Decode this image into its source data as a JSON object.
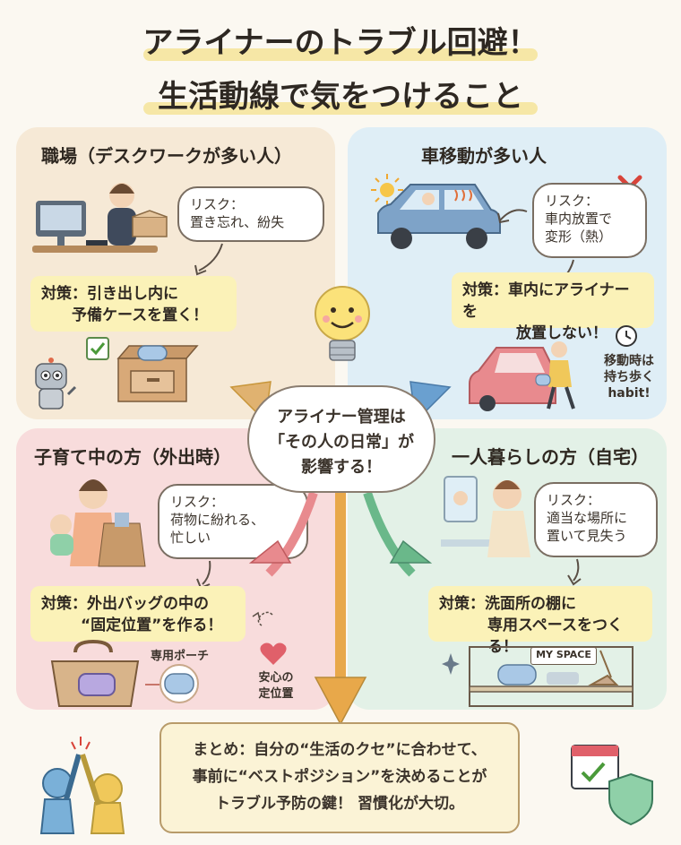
{
  "header": {
    "title_line1": "アライナーのトラブル回避！",
    "title_line2": "生活動線で気をつけること"
  },
  "center": {
    "line1": "アライナー管理は",
    "line2": "「その人の日常」が",
    "line3": "影響する！"
  },
  "sections": {
    "office": {
      "title": "職場（デスクワークが多い人）",
      "risk_line1": "リスク：",
      "risk_line2": "置き忘れ、紛失",
      "counter_line1": "対策：引き出し内に",
      "counter_line2": "予備ケースを置く！"
    },
    "car": {
      "title": "車移動が多い人",
      "risk_line1": "リスク：",
      "risk_line2": "車内放置で",
      "risk_line3": "変形（熱）",
      "counter_line1": "対策：車内にアライナーを",
      "counter_line2": "放置しない！",
      "note_line1": "移動時は",
      "note_line2": "持ち歩く",
      "note_line3": "habit!"
    },
    "parenting": {
      "title": "子育て中の方（外出時）",
      "risk_line1": "リスク：",
      "risk_line2": "荷物に紛れる、",
      "risk_line3": "忙しい",
      "counter_line1": "対策：外出バッグの中の",
      "counter_line2": "“固定位置”を作る！",
      "pouch_label": "専用ポーチ",
      "heart_line1": "安心の",
      "heart_line2": "定位置"
    },
    "alone": {
      "title": "一人暮らしの方（自宅）",
      "risk_line1": "リスク：",
      "risk_line2": "適当な場所に",
      "risk_line3": "置いて見失う",
      "counter_line1": "対策：洗面所の棚に",
      "counter_line2": "専用スペースをつくる！",
      "shelf_label": "MY SPACE"
    }
  },
  "summary": {
    "line1": "まとめ：自分の“生活のクセ”に合わせて、",
    "line2": "事前に“ベストポジション”を決めることが",
    "line3": "トラブル予防の鍵！ 習慣化が大切。"
  },
  "colors": {
    "office_bg": "#f6e9d6",
    "car_bg": "#dfeef6",
    "parenting_bg": "#f8dcdc",
    "alone_bg": "#e3f1e7",
    "highlight": "#fbf2b8"
  }
}
